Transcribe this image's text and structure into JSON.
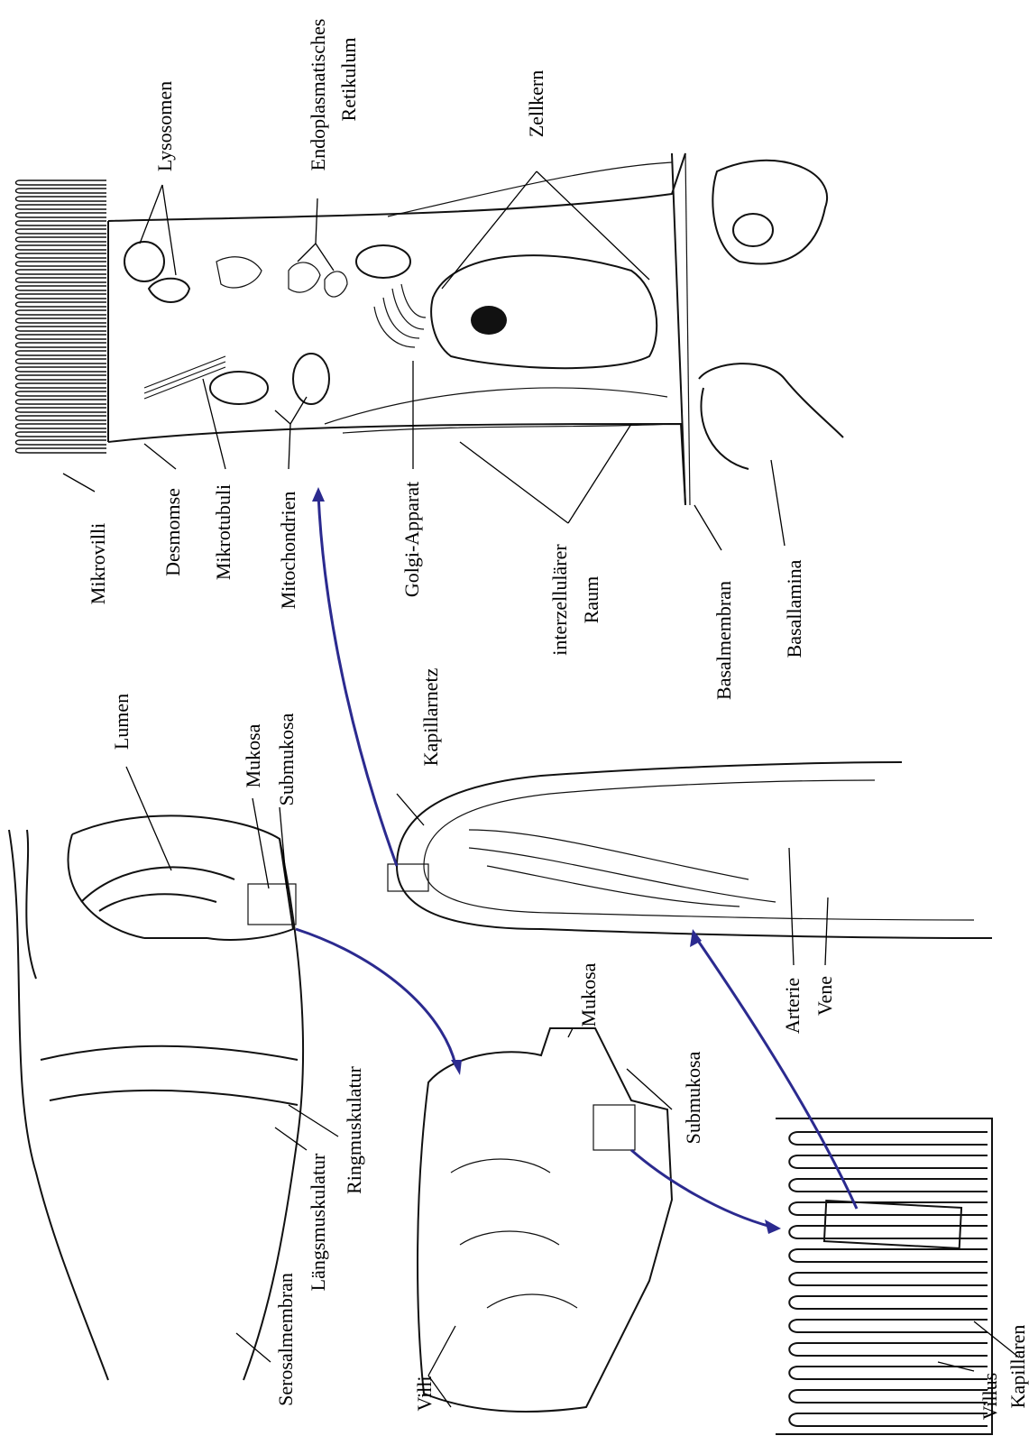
{
  "figure": {
    "arrow_color": "#2b2a8f",
    "ink_color": "#111111",
    "cell_labels": {
      "mikrovilli": "Mikrovilli",
      "desmomse": "Desmomse",
      "mikrotubuli": "Mikrotubuli",
      "mitochondrien": "Mitochondrien",
      "golgi": "Golgi-Apparat",
      "interzellulaer_1": "interzellulärer",
      "interzellulaer_2": "Raum",
      "basalmembran": "Basalmembran",
      "basallamina": "Basallamina",
      "lysosomen": "Lysosomen",
      "er_1": "Endoplasmatisches",
      "er_2": "Retikulum",
      "zellkern": "Zellkern"
    },
    "tube_labels": {
      "lumen": "Lumen",
      "mukosa": "Mukosa",
      "submukosa": "Submukosa",
      "ringmuskulatur": "Ringmuskulatur",
      "laengsmuskulatur": "Längsmuskulatur",
      "serosalmembran": "Serosalmembran"
    },
    "villus_labels": {
      "kapillarnetz": "Kapillarnetz",
      "arterie": "Arterie",
      "vene": "Vene"
    },
    "section_labels": {
      "mukosa": "Mukosa",
      "submukosa": "Submukosa",
      "villi": "Villi"
    },
    "crypt_labels": {
      "villus": "Villus",
      "kapillaren": "Kapillaren"
    }
  }
}
